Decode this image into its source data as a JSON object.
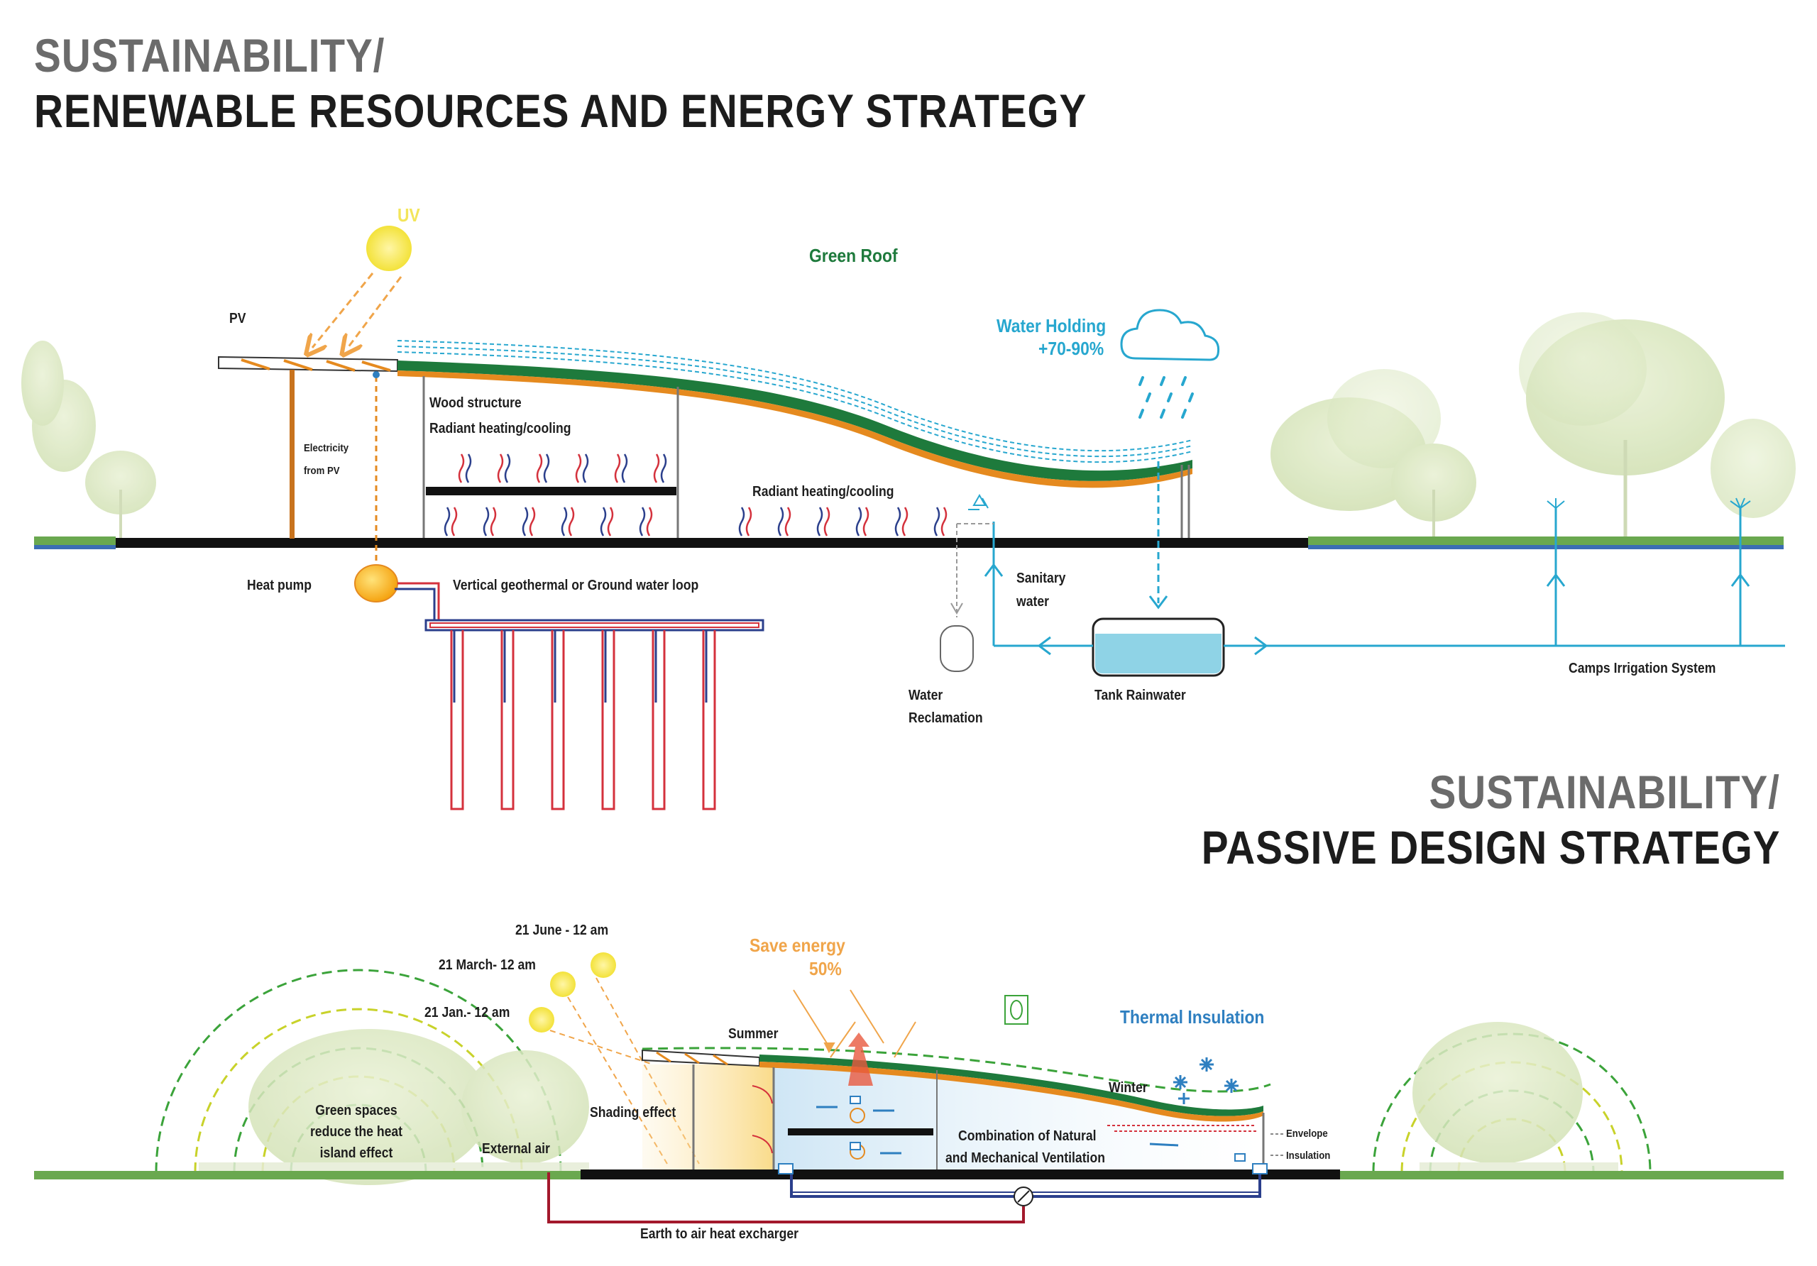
{
  "section1": {
    "title_line1": "SUSTAINABILITY/",
    "title_line2": "RENEWABLE RESOURCES AND ENERGY STRATEGY",
    "labels": {
      "uv": "UV",
      "green_roof": "Green Roof",
      "pv": "PV",
      "water_holding_1": "Water  Holding",
      "water_holding_2": "+70-90%",
      "wood_structure": "Wood structure",
      "radiant_1": "Radiant heating/cooling",
      "radiant_2": "Radiant heating/cooling",
      "electricity_1": "Electricity",
      "electricity_2": "from PV",
      "heat_pump": "Heat pump",
      "geothermal": "Vertical geothermal or Ground water loop",
      "sanitary_1": "Sanitary",
      "sanitary_2": "water",
      "water_reclamation_1": "Water",
      "water_reclamation_2": "Reclamation",
      "tank_rainwater": "Tank Rainwater",
      "camps_irrigation": "Camps Irrigation System"
    }
  },
  "section2": {
    "title_line1": "SUSTAINABILITY/",
    "title_line2": "PASSIVE DESIGN STRATEGY",
    "labels": {
      "june": "21 June - 12 am",
      "march": "21 March- 12 am",
      "jan": "21 Jan.- 12 am",
      "save_energy_1": "Save energy",
      "save_energy_2": "50%",
      "summer": "Summer",
      "thermal_insulation": "Thermal Insulation",
      "winter": "Winter",
      "green_spaces_1": "Green spaces",
      "green_spaces_2": "reduce the heat",
      "green_spaces_3": "island effect",
      "shading_effect": "Shading effect",
      "external_air": "External air",
      "ventilation_1": "Combination of Natural",
      "ventilation_2": "and Mechanical Ventilation",
      "envelope": "Envelope",
      "insulation": "Insulation",
      "earth_to_air": "Earth to air heat excharger"
    }
  },
  "colors": {
    "green_roof": "#1e7a3c",
    "orange": "#e58a1f",
    "water_blue": "#27a7cf",
    "sun_yellow": "#f3e55a",
    "thermal_blue": "#2e7fc0",
    "loop_red": "#d4313c",
    "loop_blue": "#2b3f8c"
  },
  "icons": [
    "sun-icon",
    "cloud-icon",
    "rain-icon",
    "recycle-icon",
    "leaf-icon",
    "snowflake-icon",
    "fan-icon",
    "sprinkler-icon"
  ]
}
